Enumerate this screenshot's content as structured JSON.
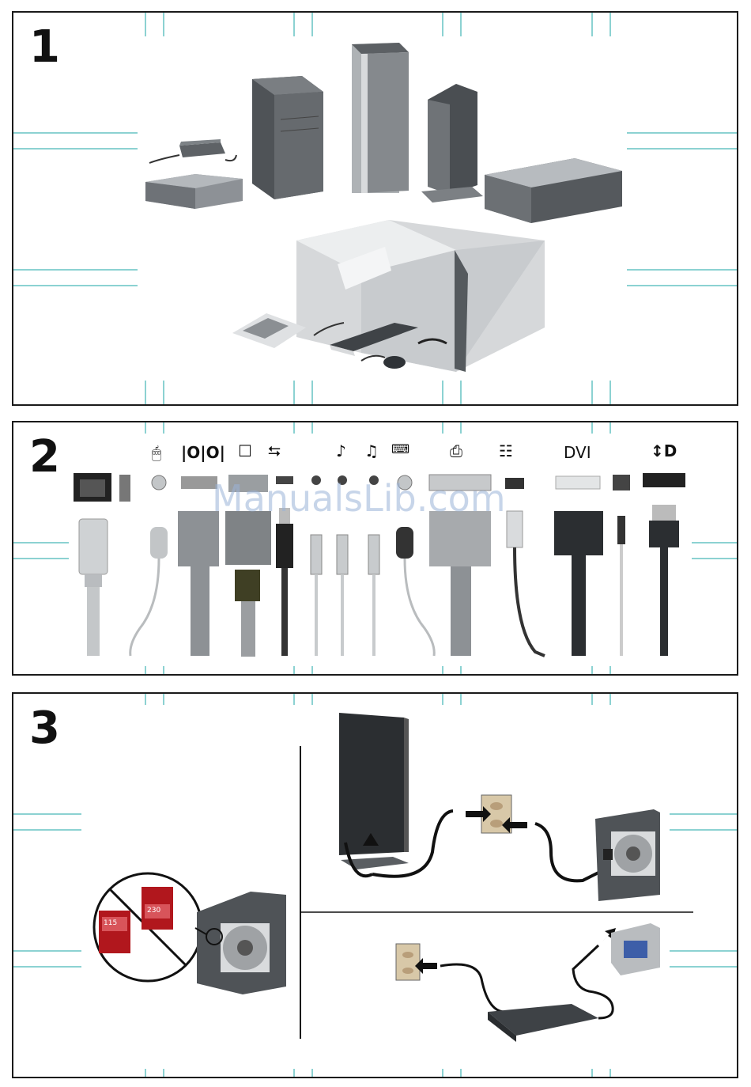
{
  "panels": {
    "one": {
      "number": "1"
    },
    "two": {
      "number": "2",
      "dvi_label": "DVI"
    },
    "three": {
      "number": "3",
      "voltage_a": "115",
      "voltage_b": "230"
    }
  },
  "watermark": "ManualsLib.com",
  "colors": {
    "guide": "#18a4a6",
    "border": "#1a1a1a",
    "device_gray": "#6f7479",
    "box_gray": "#d6d8da"
  },
  "icons": [
    "mouse-icon",
    "serial-icon",
    "monitor-icon",
    "usb-icon",
    "line-in-icon",
    "line-out-icon",
    "keyboard-icon",
    "printer-icon",
    "network-icon",
    "displayport-icon"
  ]
}
